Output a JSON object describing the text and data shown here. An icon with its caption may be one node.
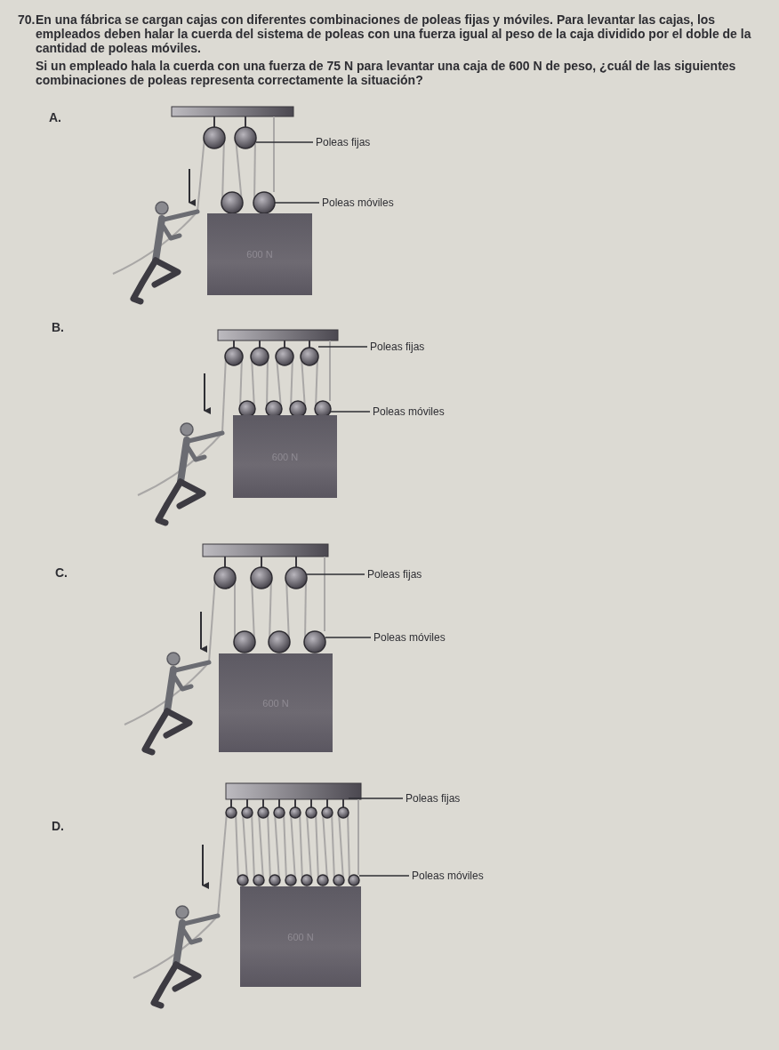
{
  "diagram": {
    "nodes": [
      {
        "text": [],
        "shape": "circle"
      },
      {
        "text": [
          "Poleas fijas"
        ]
      },
      {
        "text": [],
        "shape": "circle"
      },
      {
        "text": [
          "Poleas móviles"
        ]
      },
      {
        "text": [
          "600 N"
        ]
      },
      {
        "text": [],
        "shape": "circle"
      },
      {
        "text": [
          "Poleas fijas"
        ]
      },
      {
        "text": [],
        "shape": "circle"
      },
      {
        "text": [
          "Poleas móviles"
        ]
      },
      {
        "text": [
          "600 N"
        ]
      },
      {
        "text": [],
        "shape": "circle"
      },
      {
        "text": [
          "Poleas fijas"
        ]
      },
      {
        "text": [],
        "shape": "circle"
      },
      {
        "text": [
          "Poleas móviles"
        ]
      },
      {
        "text": [
          "600 N"
        ]
      },
      {
        "text": [],
        "shape": "circle"
      },
      {
        "text": [
          "Poleas fijas"
        ]
      },
      {
        "text": [],
        "shape": "circle"
      },
      {
        "text": [
          "Poleas móviles"
        ]
      },
      {
        "text": [
          "600 N"
        ]
      }
    ],
    "edges": [
      {
        "from": 1,
        "to": 0,
        "arrow": "none"
      },
      {
        "from": 3,
        "to": 2,
        "arrow": "none"
      },
      {
        "from": 6,
        "to": 5,
        "arrow": "none"
      },
      {
        "from": 8,
        "to": 7,
        "arrow": "none"
      },
      {
        "from": 11,
        "to": 10,
        "arrow": "none"
      },
      {
        "from": 13,
        "to": 12,
        "arrow": "none"
      },
      {
        "from": 16,
        "to": 15,
        "arrow": "none"
      },
      {
        "from": 18,
        "to": 17,
        "arrow": "none"
      }
    ],
    "labels": [
      "70.",
      "En una fábrica se cargan cajas con diferentes combinaciones de poleas fijas y móviles. Para levantar las cajas, los empleados deben halar la cuerda del sistema de poleas con una fuerza igual al peso de la caja dividido por el doble de la cantidad de poleas móviles.",
      "Si un empleado hala la cuerda con una fuerza de 75 N para levantar una caja de 600 N de peso, ¿cuál de las siguientes combinaciones de poleas representa correctamente la situación?",
      "A.",
      "B.",
      "C.",
      "D."
    ]
  }
}
